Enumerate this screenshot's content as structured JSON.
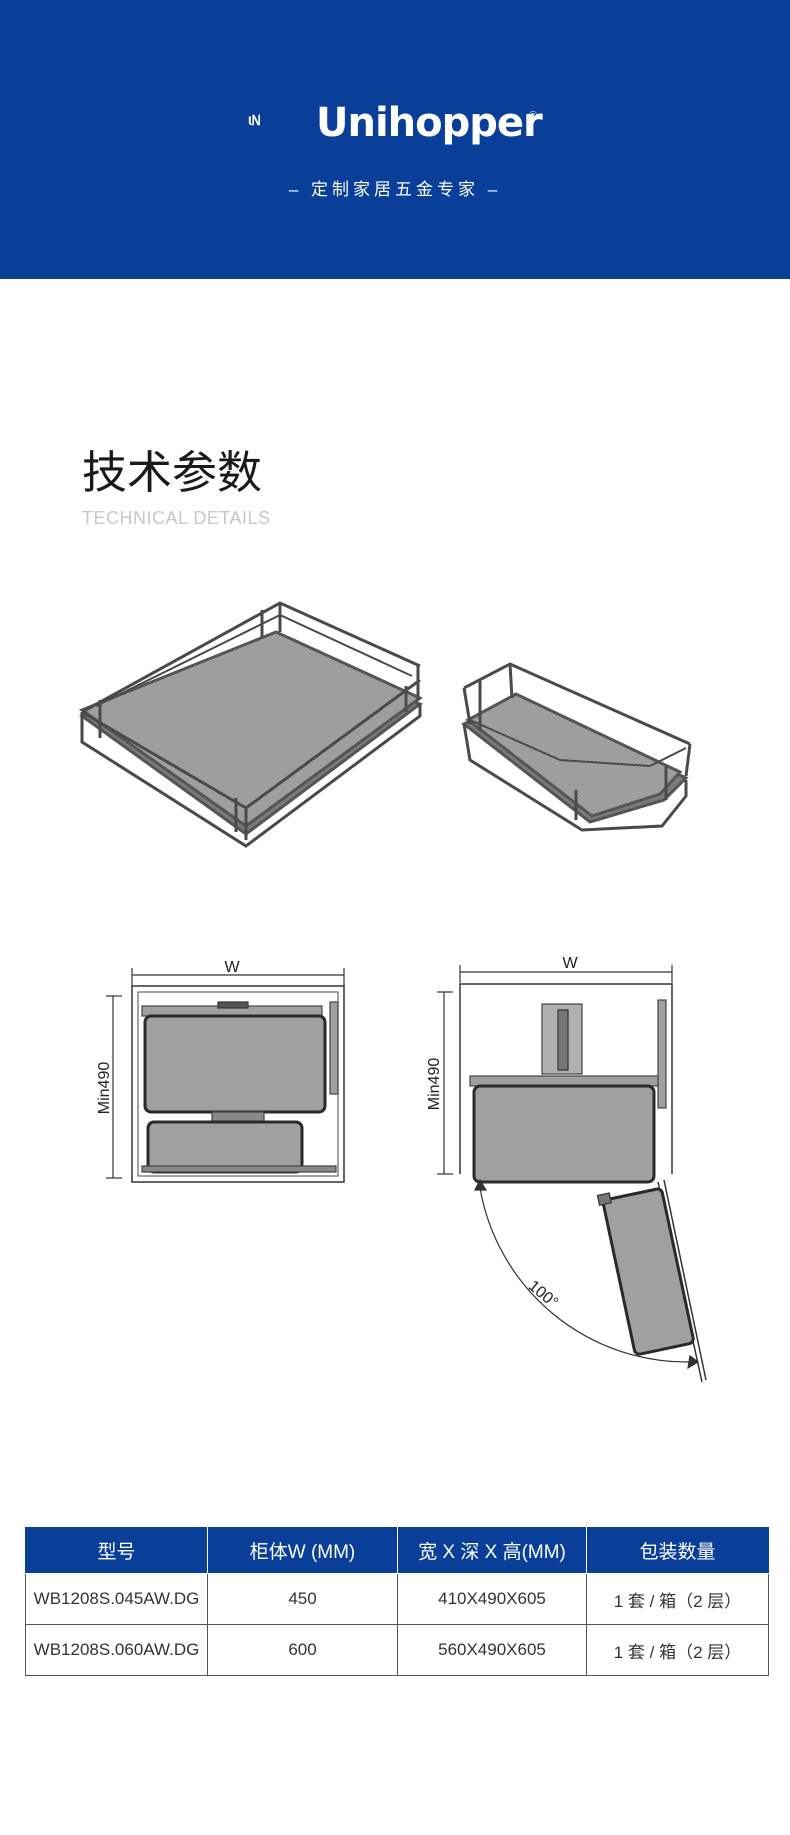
{
  "brand": {
    "name": "Unihopper",
    "registered": "®",
    "tagline": "– 定制家居五金专家 –",
    "color": "#0a3f99"
  },
  "section": {
    "title": "技术参数",
    "subtitle": "TECHNICAL DETAILS"
  },
  "diagram": {
    "width_label_left": "W",
    "width_label_right": "W",
    "height_label_left": "Min490",
    "height_label_right": "Min490",
    "angle_label": "100°"
  },
  "table": {
    "headers": [
      "型号",
      "柜体W (MM)",
      "宽 X 深 X 高(MM)",
      "包装数量"
    ],
    "rows": [
      [
        "WB1208S.045AW.DG",
        "450",
        "410X490X605",
        "1 套 / 箱（2 层）"
      ],
      [
        "WB1208S.060AW.DG",
        "600",
        "560X490X605",
        "1 套 / 箱（2 层）"
      ]
    ]
  }
}
